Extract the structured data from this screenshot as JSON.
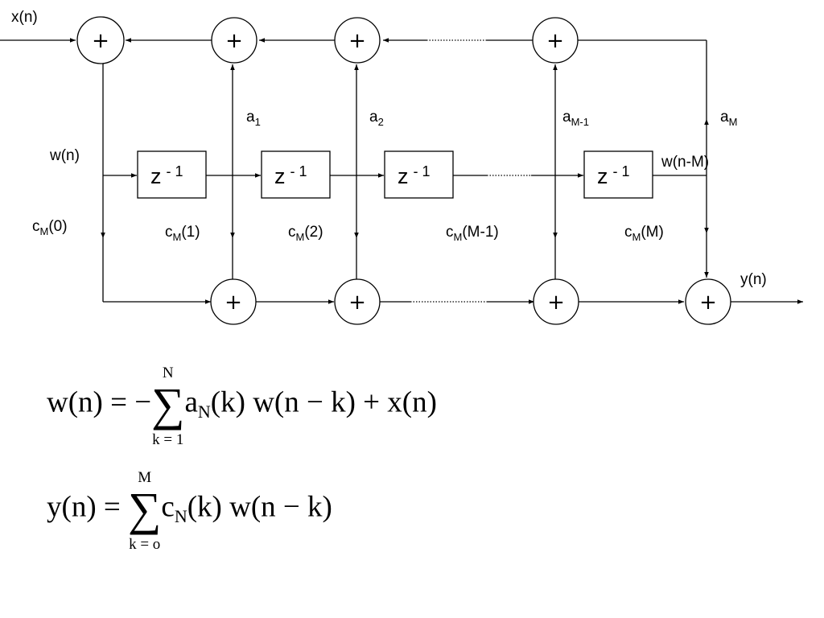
{
  "diagram": {
    "input_label": "x(n)",
    "output_label": "y(n)",
    "state_label": "w(n)",
    "delayed_state_label": "w(n-M)",
    "adder_symbol": "+",
    "delay_label": {
      "base": "z",
      "exponent": "- 1"
    },
    "feedback_coefficients": [
      {
        "base": "a",
        "sub": "1"
      },
      {
        "base": "a",
        "sub": "2"
      },
      {
        "base": "a",
        "sub": "M-1"
      },
      {
        "base": "a",
        "sub": "M"
      }
    ],
    "feedforward_coefficients": [
      {
        "base": "c",
        "sub": "M",
        "arg": "(0)"
      },
      {
        "base": "c",
        "sub": "M",
        "arg": "(1)"
      },
      {
        "base": "c",
        "sub": "M",
        "arg": "(2)"
      },
      {
        "base": "c",
        "sub": "M",
        "arg": "(M-1)"
      },
      {
        "base": "c",
        "sub": "M",
        "arg": "(M)"
      }
    ]
  },
  "equations": {
    "eq1": {
      "lhs": "w(n) = −",
      "sigma": "∑",
      "upper": "N",
      "lower": "k = 1",
      "term_a": "a",
      "term_sub": "N",
      "rest": "(k) w(n − k) + x(n)"
    },
    "eq2": {
      "lhs": "y(n) = ",
      "sigma": "∑",
      "upper": "M",
      "lower": "k = o",
      "term_c": "c",
      "term_sub": "N",
      "rest": "(k) w(n − k)"
    }
  }
}
